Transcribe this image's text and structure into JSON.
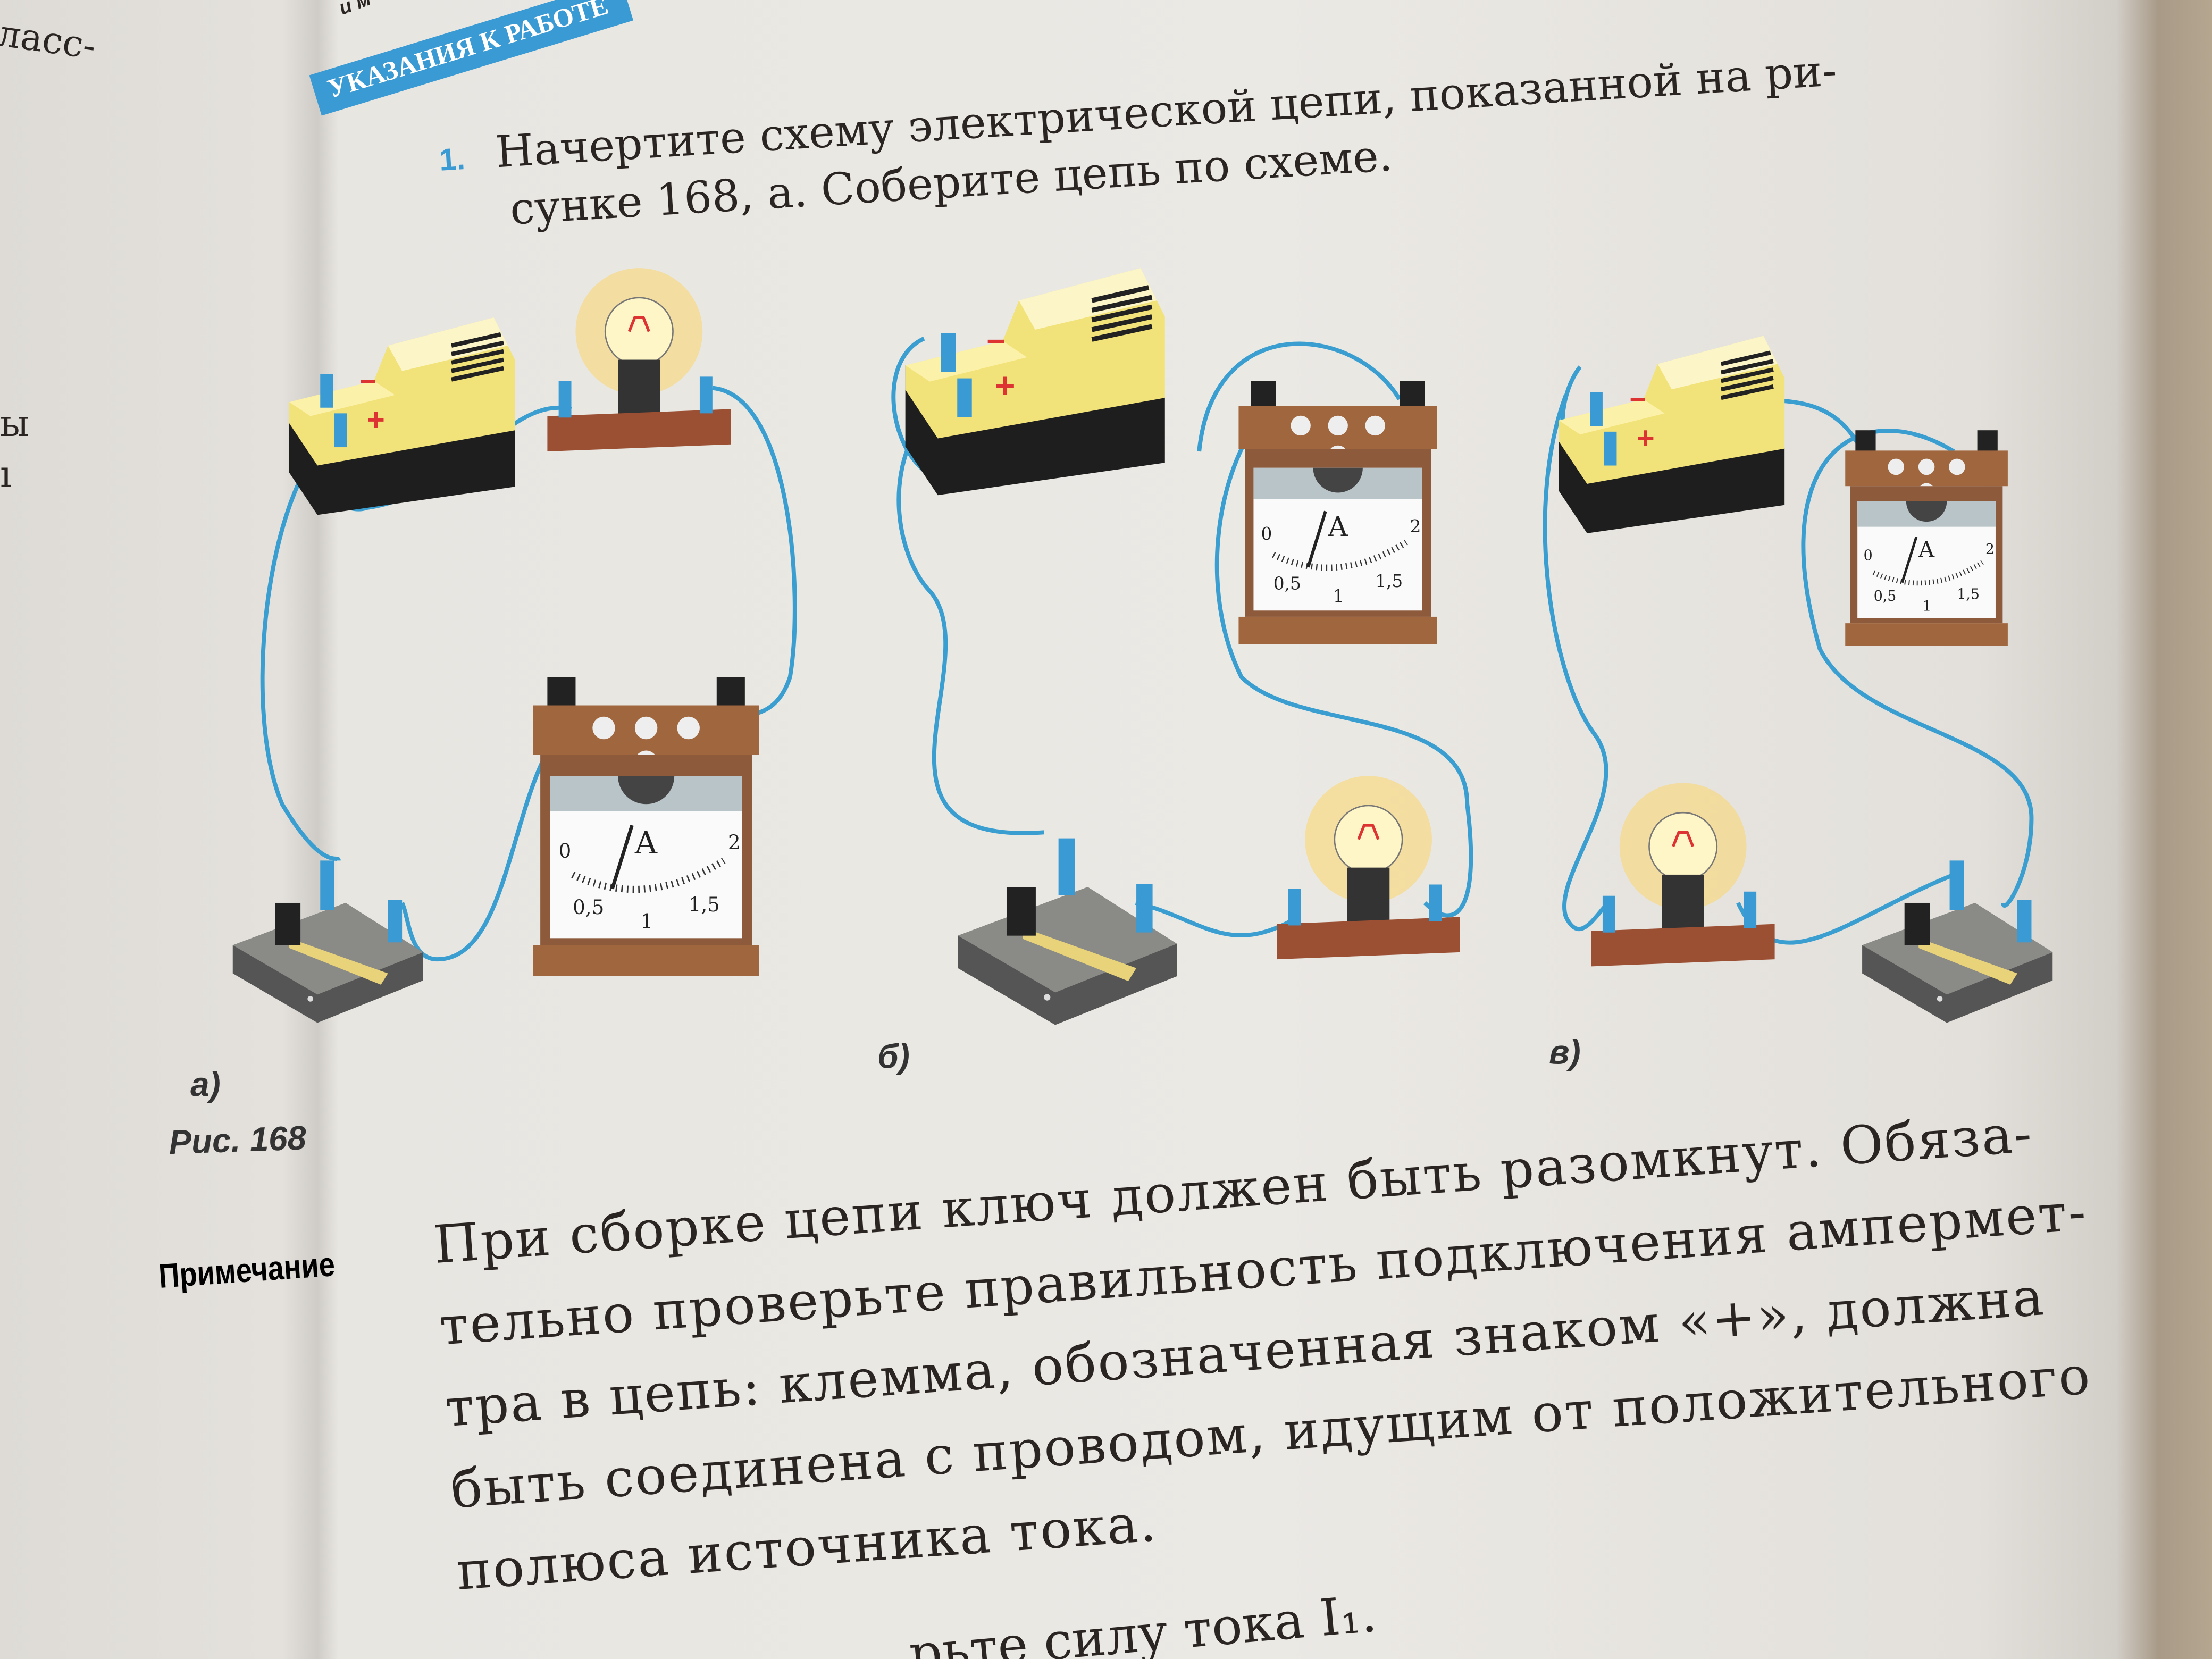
{
  "left_page": {
    "fragments": [
      "ласс-",
      "ы",
      "ı"
    ]
  },
  "top_fragment": "и м",
  "section_tag": "УКАЗАНИЯ К РАБОТЕ",
  "task": {
    "number": "1.",
    "line1": "Начертите схему электрической цепи, показанной на ри-",
    "line2": "сунке 168, а. Соберите цепь по схеме."
  },
  "figure": {
    "caption": "Рис. 168",
    "panels": [
      {
        "label": "а)"
      },
      {
        "label": "б)"
      },
      {
        "label": "в)"
      }
    ],
    "ammeter": {
      "unit": "A",
      "scale_min": "0",
      "scale_max": "2",
      "tick_05": "0,5",
      "tick_1": "1",
      "tick_15": "1,5"
    },
    "battery_minus": "−",
    "battery_plus": "+",
    "wire_color": "#3a9fd0",
    "tag_color": "#3a9ad3"
  },
  "note": {
    "label": "Примечание",
    "lines": [
      "При сборке цепи ключ должен быть разомкнут. Обяза-",
      "тельно проверьте правильность подключения ампермет-",
      "тра в цепь: клемма, обозначенная знаком «+», должна",
      "быть соединена с проводом, идущим от положительного",
      "полюса источника тока."
    ]
  },
  "bottom_fragment": "...рьте силу тока I₁."
}
